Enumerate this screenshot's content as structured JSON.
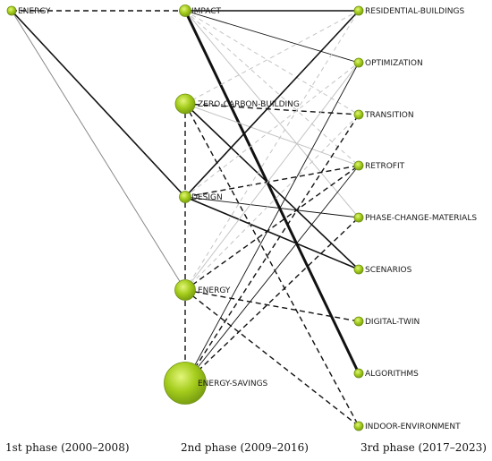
{
  "phases": [
    {
      "id": "p1",
      "label": "1st phase (2000–2008)"
    },
    {
      "id": "p2",
      "label": "2nd phase (2009–2016)"
    },
    {
      "id": "p3",
      "label": "3rd phase (2017–2023)"
    }
  ],
  "nodes": [
    {
      "id": "energy_1",
      "label": "ENERGY",
      "phase": 1,
      "size": 1
    },
    {
      "id": "impact",
      "label": "IMPACT",
      "phase": 2,
      "size": 1.3
    },
    {
      "id": "zcb",
      "label": "ZERO-CARBON-BUILDING",
      "phase": 2,
      "size": 2.2
    },
    {
      "id": "design",
      "label": "DESIGN",
      "phase": 2,
      "size": 1.3
    },
    {
      "id": "energy_2",
      "label": "ENERGY",
      "phase": 2,
      "size": 2.3
    },
    {
      "id": "savings",
      "label": "ENERGY-SAVINGS",
      "phase": 2,
      "size": 4.7
    },
    {
      "id": "res",
      "label": "RESIDENTIAL-BUILDINGS",
      "phase": 3,
      "size": 1
    },
    {
      "id": "opt",
      "label": "OPTIMIZATION",
      "phase": 3,
      "size": 1
    },
    {
      "id": "trans",
      "label": "TRANSITION",
      "phase": 3,
      "size": 1
    },
    {
      "id": "retro",
      "label": "RETROFIT",
      "phase": 3,
      "size": 1
    },
    {
      "id": "pcm",
      "label": "PHASE-CHANGE-MATERIALS",
      "phase": 3,
      "size": 1
    },
    {
      "id": "scen",
      "label": "SCENARIOS",
      "phase": 3,
      "size": 1
    },
    {
      "id": "dt",
      "label": "DIGITAL-TWIN",
      "phase": 3,
      "size": 1
    },
    {
      "id": "algo",
      "label": "ALGORITHMS",
      "phase": 3,
      "size": 1
    },
    {
      "id": "indoor",
      "label": "INDOOR-ENVIRONMENT",
      "phase": 3,
      "size": 1
    }
  ],
  "links": [
    {
      "from": "energy_1",
      "to": "impact",
      "style": "dash-bold"
    },
    {
      "from": "energy_1",
      "to": "design",
      "style": "solid-bold"
    },
    {
      "from": "energy_1",
      "to": "energy_2",
      "style": "solid-gray"
    },
    {
      "from": "impact",
      "to": "res",
      "style": "solid-bold"
    },
    {
      "from": "impact",
      "to": "opt",
      "style": "solid-thin"
    },
    {
      "from": "impact",
      "to": "trans",
      "style": "dash-gray"
    },
    {
      "from": "impact",
      "to": "retro",
      "style": "dash-gray"
    },
    {
      "from": "impact",
      "to": "pcm",
      "style": "solid-light"
    },
    {
      "from": "impact",
      "to": "algo",
      "style": "solid-xbold"
    },
    {
      "from": "zcb",
      "to": "res",
      "style": "dash-gray"
    },
    {
      "from": "zcb",
      "to": "trans",
      "style": "dash-bold"
    },
    {
      "from": "zcb",
      "to": "retro",
      "style": "solid-light"
    },
    {
      "from": "zcb",
      "to": "scen",
      "style": "solid-bold"
    },
    {
      "from": "zcb",
      "to": "indoor",
      "style": "dash-bold"
    },
    {
      "from": "zcb",
      "to": "savings",
      "style": "dash-bold"
    },
    {
      "from": "design",
      "to": "res",
      "style": "solid-bold"
    },
    {
      "from": "design",
      "to": "opt",
      "style": "dash-gray"
    },
    {
      "from": "design",
      "to": "retro",
      "style": "dash-bold"
    },
    {
      "from": "design",
      "to": "pcm",
      "style": "solid-thin"
    },
    {
      "from": "design",
      "to": "scen",
      "style": "solid-bold"
    },
    {
      "from": "energy_2",
      "to": "res",
      "style": "dash-gray"
    },
    {
      "from": "energy_2",
      "to": "opt",
      "style": "solid-light"
    },
    {
      "from": "energy_2",
      "to": "trans",
      "style": "dash-gray"
    },
    {
      "from": "energy_2",
      "to": "retro",
      "style": "dash-bold"
    },
    {
      "from": "energy_2",
      "to": "dt",
      "style": "dash-bold"
    },
    {
      "from": "energy_2",
      "to": "indoor",
      "style": "dash-bold"
    },
    {
      "from": "savings",
      "to": "opt",
      "style": "solid-thin"
    },
    {
      "from": "savings",
      "to": "trans",
      "style": "dash-bold"
    },
    {
      "from": "savings",
      "to": "retro",
      "style": "solid-thin"
    },
    {
      "from": "savings",
      "to": "pcm",
      "style": "dash-bold"
    }
  ],
  "colors": {
    "node_fill": "#a4cc1c",
    "node_highlight": "#e2f57a",
    "node_stroke": "#6e9010",
    "line_dark": "#111111",
    "line_gray": "#888888",
    "line_light": "#c4c4c4"
  }
}
